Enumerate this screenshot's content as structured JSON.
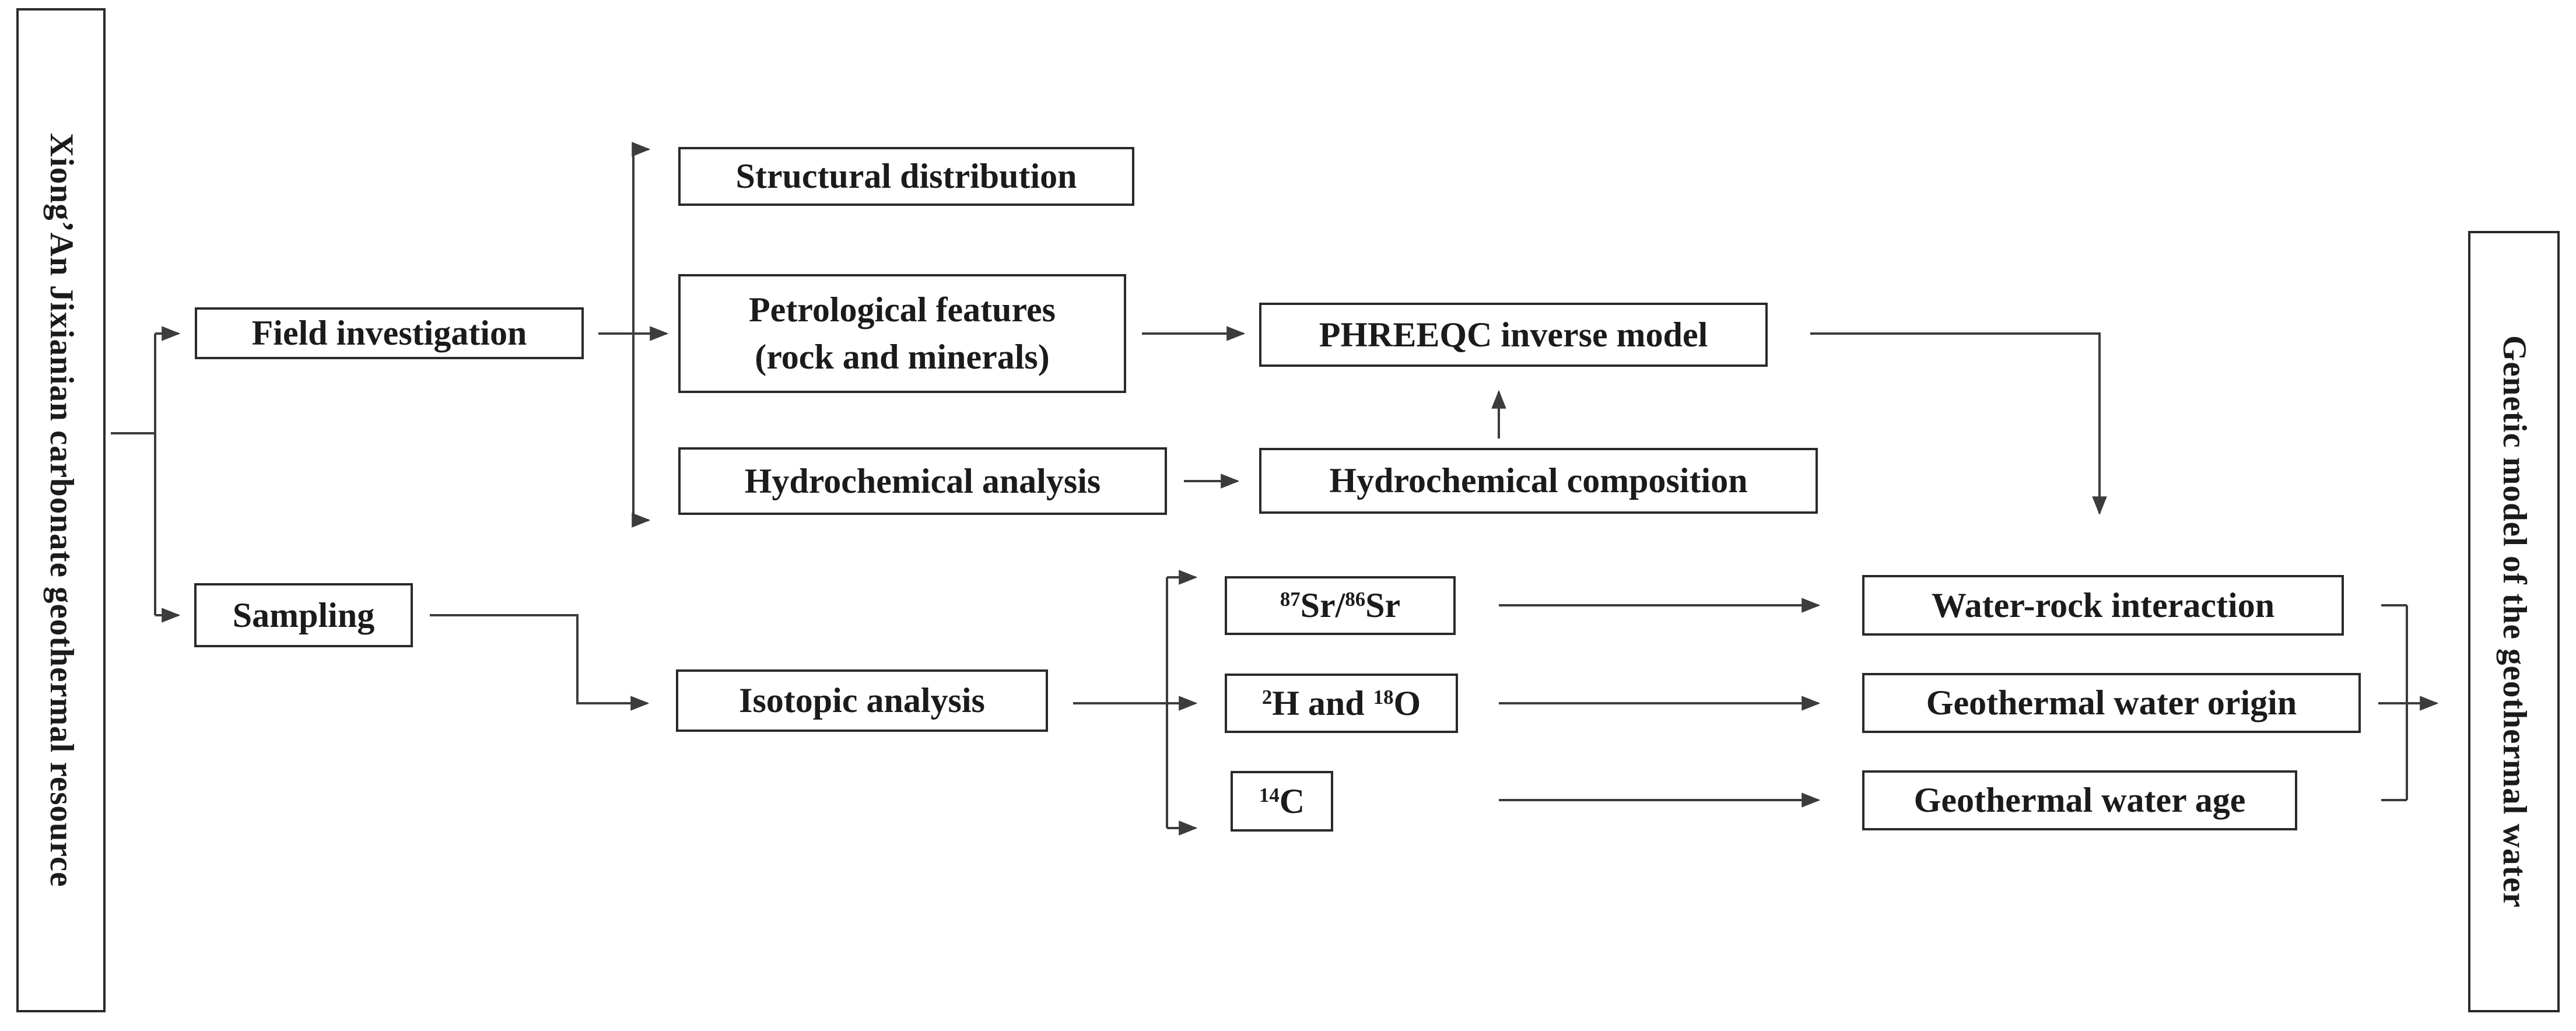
{
  "page": {
    "colors": {
      "paper": "#ffffff",
      "ink": "#1b1b1b",
      "line": "#3c3c3c",
      "box-border": "#2a2a2a"
    }
  },
  "source_panel": {
    "label": "Xiong’An Jixianian carbonate geothermal resource"
  },
  "result_panel": {
    "label": "Genetic model of the geothermal water"
  },
  "nodes": {
    "field_investigation": {
      "label": "Field investigation"
    },
    "sampling": {
      "label": "Sampling"
    },
    "structural_distribution": {
      "label": "Structural distribution"
    },
    "petrological_features": {
      "label_line1": "Petrological features",
      "label_line2": "(rock and minerals)"
    },
    "hydrochemical_analysis": {
      "label": "Hydrochemical analysis"
    },
    "phreeqc_inverse_model": {
      "label": "PHREEQC inverse model"
    },
    "hydrochemical_composition": {
      "label": "Hydrochemical composition"
    },
    "isotopic_analysis": {
      "label": "Isotopic analysis"
    },
    "sr_isotope_ratio": {
      "rich": [
        {
          "sup": "87"
        },
        {
          "text": "Sr/"
        },
        {
          "sup": "86"
        },
        {
          "text": "Sr"
        }
      ]
    },
    "h_o_isotopes": {
      "rich": [
        {
          "sup": "2"
        },
        {
          "text": "H and "
        },
        {
          "sup": "18"
        },
        {
          "text": "O"
        }
      ]
    },
    "c14_isotope": {
      "rich": [
        {
          "sup": "14"
        },
        {
          "text": "C"
        }
      ]
    },
    "water_rock_interaction": {
      "label": "Water-rock interaction"
    },
    "geothermal_water_origin": {
      "label": "Geothermal water origin"
    },
    "geothermal_water_age": {
      "label": "Geothermal water age"
    }
  }
}
